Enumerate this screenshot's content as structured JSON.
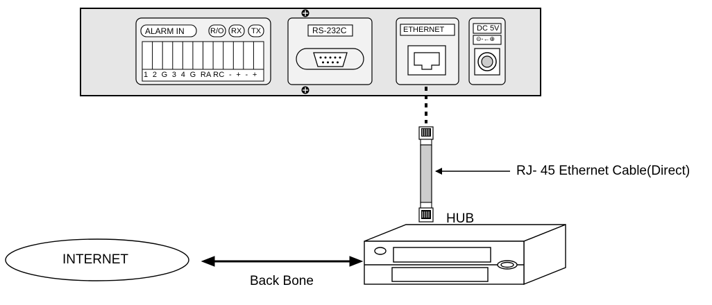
{
  "device": {
    "alarm_label": "ALARM IN",
    "ro_label": "R/O",
    "rx_label": "RX",
    "tx_label": "TX",
    "terminal_labels": "1  2  G  3  4  G  RA RC  -  +  -  +",
    "rs232_label": "RS-232C",
    "ethernet_label": "ETHERNET",
    "dc_label": "DC 5V",
    "polarity_label": "⊝-←⊕"
  },
  "labels": {
    "cable": "RJ- 45 Ethernet Cable(Direct)",
    "hub": "HUB",
    "internet": "INTERNET",
    "backbone": "Back Bone"
  },
  "colors": {
    "panel": "#e6e6e6",
    "line": "#000000"
  }
}
